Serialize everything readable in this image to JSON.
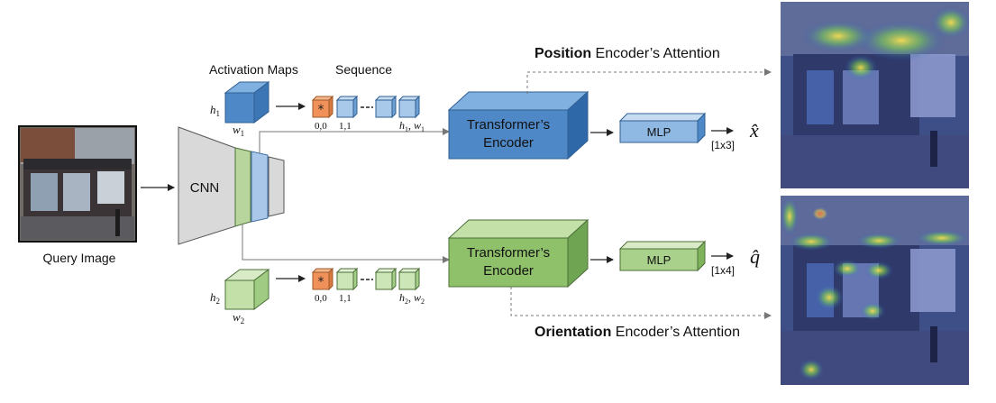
{
  "query_image": {
    "label": "Query Image"
  },
  "cnn": {
    "label": "CNN"
  },
  "labels": {
    "activation_maps": "Activation Maps",
    "sequence": "Sequence"
  },
  "position_branch": {
    "attention_title_bold": "Position",
    "attention_title_rest": " Encoder’s Attention",
    "map_h": "h",
    "map_h_sub": "1",
    "map_w": "w",
    "map_w_sub": "1",
    "seq_label_first": "0,0",
    "seq_label_second": "1,1",
    "seq_label_last_h": "h",
    "seq_label_last_h_sub": "1",
    "seq_label_last_w": "w",
    "seq_label_last_w_sub": "1",
    "token_star": "*",
    "encoder_line1": "Transformer’s",
    "encoder_line2": "Encoder",
    "mlp_label": "MLP",
    "output_shape": "[1x3]",
    "output_symbol": "x̂",
    "color": "#4f88c6"
  },
  "orientation_branch": {
    "attention_title_bold": "Orientation",
    "attention_title_rest": " Encoder’s Attention",
    "map_h": "h",
    "map_h_sub": "2",
    "map_w": "w",
    "map_w_sub": "2",
    "seq_label_first": "0,0",
    "seq_label_second": "1,1",
    "seq_label_last_h": "h",
    "seq_label_last_h_sub": "2",
    "seq_label_last_w": "w",
    "seq_label_last_w_sub": "2",
    "token_star": "*",
    "encoder_line1": "Transformer’s",
    "encoder_line2": "Encoder",
    "mlp_label": "MLP",
    "output_shape": "[1x4]",
    "output_symbol": "q̂",
    "color": "#8fc06a"
  }
}
